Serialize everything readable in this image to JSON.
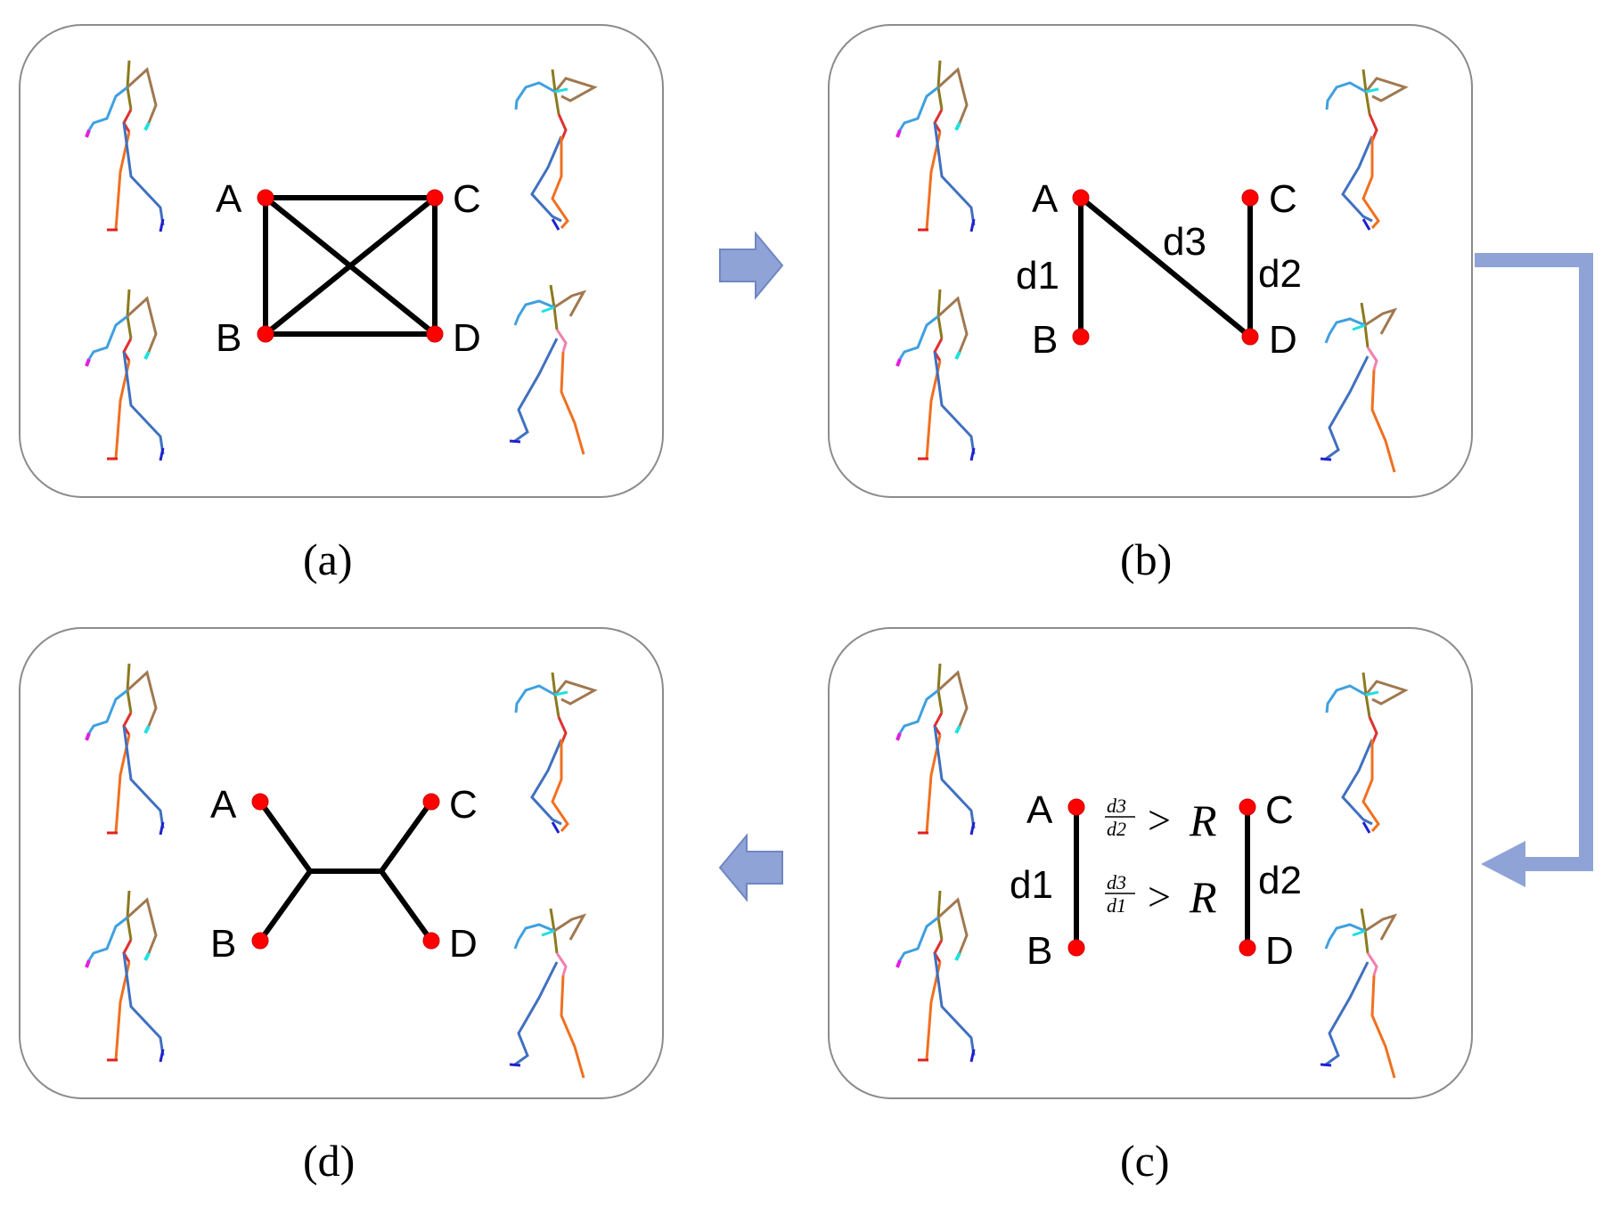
{
  "panels": {
    "a": {
      "caption": "(a)",
      "nodes": [
        "A",
        "B",
        "C",
        "D"
      ]
    },
    "b": {
      "caption": "(b)",
      "nodes": [
        "A",
        "B",
        "C",
        "D"
      ],
      "edge_labels": [
        "d1",
        "d2",
        "d3"
      ]
    },
    "c": {
      "caption": "(c)",
      "nodes": [
        "A",
        "B",
        "C",
        "D"
      ],
      "edge_labels": [
        "d1",
        "d2"
      ],
      "formula_1": {
        "numerator": "d3",
        "denominator": "d2",
        "operator": ">",
        "rhs": "R"
      },
      "formula_2": {
        "numerator": "d3",
        "denominator": "d1",
        "operator": ">",
        "rhs": "R"
      }
    },
    "d": {
      "caption": "(d)",
      "nodes": [
        "A",
        "B",
        "C",
        "D"
      ]
    }
  },
  "colors": {
    "node": "#ff0000",
    "edge": "#000000",
    "panel_border": "#8c8c8c",
    "arrow": "#8fa3d6"
  },
  "skeleton_colors": {
    "head": "#8b7a1e",
    "arm_right": "#a07850",
    "arm_left": "#3fa0e0",
    "hand_left": "#e020e0",
    "hand_right": "#20e0e0",
    "torso": "#e03030",
    "leg_orange": "#f07020",
    "leg_blue": "#4070c0",
    "foot_blue": "#2020d0",
    "foot_red": "#e02020"
  }
}
